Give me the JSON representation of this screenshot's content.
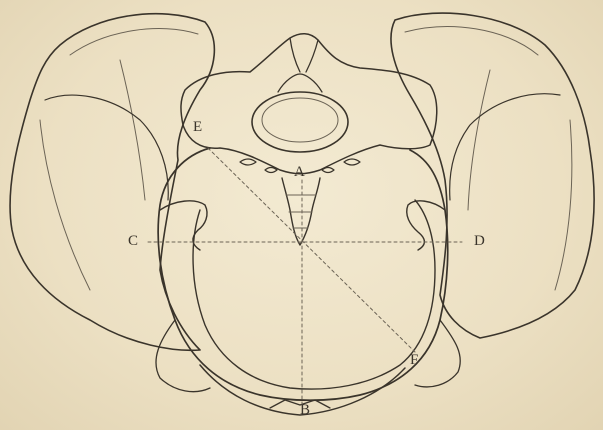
{
  "figure": {
    "labels": {
      "a": "A",
      "b": "B",
      "c": "C",
      "d": "D",
      "e": "E",
      "f": "F"
    }
  },
  "colors": {
    "paper": "#eee3c9",
    "ink": "#3a342b",
    "ink_light": "#6b6355"
  }
}
